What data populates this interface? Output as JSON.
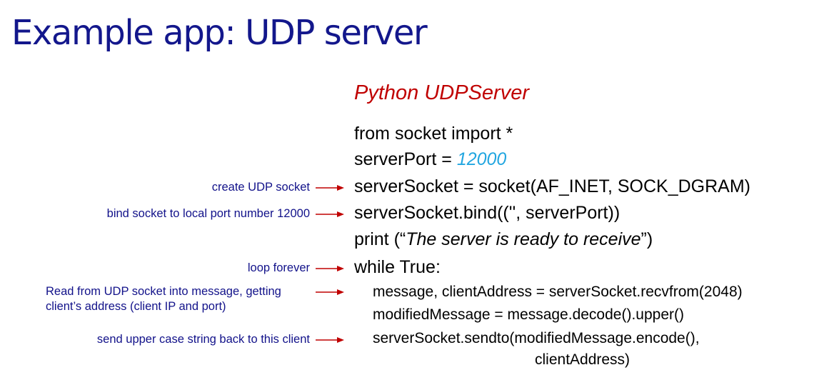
{
  "slide": {
    "title": "Example app: UDP server",
    "subtitle": "Python UDPServer"
  },
  "code": {
    "line1": "from socket import *",
    "line2_prefix": "serverPort = ",
    "line2_value": "12000",
    "line3": "serverSocket = socket(AF_INET, SOCK_DGRAM)",
    "line4": "serverSocket.bind(('', serverPort))",
    "line5_prefix": "print (“",
    "line5_italic": "The server is ready to receive",
    "line5_suffix": "”)",
    "line6": "while True:",
    "line7": "message, clientAddress = serverSocket.recvfrom(2048)",
    "line8": "modifiedMessage = message.decode().upper()",
    "line9": "serverSocket.sendto(modifiedMessage.encode(),",
    "line10": "clientAddress)"
  },
  "annotations": {
    "create_socket": "create UDP socket",
    "bind_socket": "bind socket to local port number 12000",
    "loop_forever": "loop forever",
    "read_line1": "Read from UDP socket into message, getting",
    "read_line2": "client’s address (client IP and port)",
    "send_back": "send upper case string back to this client"
  },
  "colors": {
    "title": "#13178c",
    "subtitle": "#c00000",
    "annotation": "#12128a",
    "arrow": "#c00000",
    "number": "#22a6e0"
  }
}
